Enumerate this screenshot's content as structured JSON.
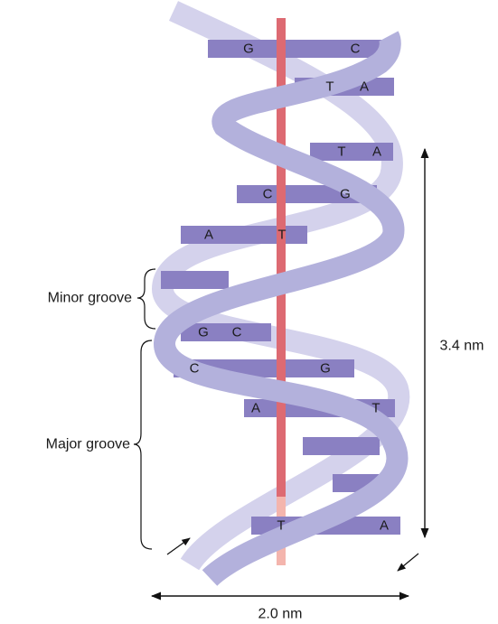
{
  "helix": {
    "colors": {
      "strand_back": "#d4d2ec",
      "strand_front": "#b3b1dc",
      "base_pair": "#8a80c2",
      "axis": "#dd6a72",
      "axis_behind": "#f4b5ad",
      "line": "#111111"
    },
    "base_pairs": [
      {
        "left": "G",
        "right": "C"
      },
      {
        "left": "T",
        "right": "A"
      },
      {
        "left": "T",
        "right": "A"
      },
      {
        "left": "C",
        "right": "G"
      },
      {
        "left": "A",
        "right": "T"
      },
      {
        "left": "",
        "right": ""
      },
      {
        "left": "G",
        "right": "C"
      },
      {
        "left": "C",
        "right": "G"
      },
      {
        "left": "A",
        "right": "T"
      },
      {
        "left": "",
        "right": ""
      },
      {
        "left": "",
        "right": ""
      },
      {
        "left": "T",
        "right": "A"
      }
    ]
  },
  "labels": {
    "minor_groove": "Minor groove",
    "major_groove": "Major groove",
    "pitch": "3.4 nm",
    "diameter": "2.0 nm"
  }
}
